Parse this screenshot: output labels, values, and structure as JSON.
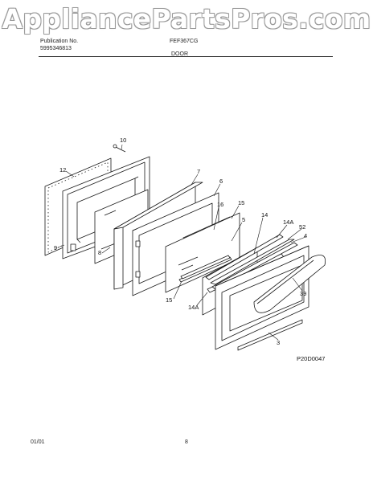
{
  "watermark": "AppliancePartsPros.com",
  "header": {
    "publication_label": "Publication No.",
    "publication_number": "5995346813",
    "model": "FEF367CG",
    "section_title": "DOOR"
  },
  "diagram_code": "P20D0047",
  "callouts": [
    "10",
    "12",
    "7",
    "6",
    "9",
    "8",
    "16",
    "15",
    "5",
    "14",
    "14A",
    "52",
    "4",
    "39",
    "15",
    "14A",
    "3"
  ],
  "footer": {
    "date": "01/01",
    "page": "8"
  }
}
